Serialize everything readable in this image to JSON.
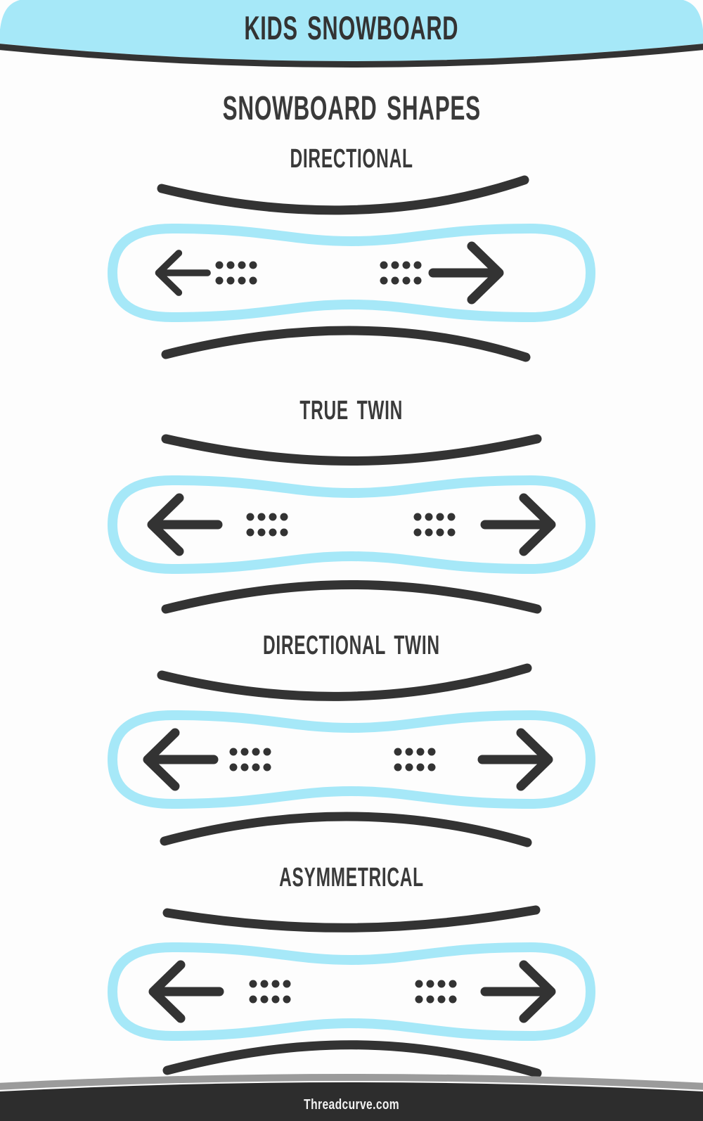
{
  "header": {
    "title": "KIDS SNOWBOARD",
    "background_color": "#a6e8f8",
    "edge_color": "#333333"
  },
  "page": {
    "title": "SNOWBOARD SHAPES",
    "background_color": "#fdfdfd",
    "ink_color": "#333333",
    "board_outline_color": "#a6e8f8"
  },
  "sections": [
    {
      "id": "directional",
      "title": "DIRECTIONAL",
      "left_arrow_size": "small",
      "right_arrow_size": "large",
      "binding_dot_grid": "4x2"
    },
    {
      "id": "true-twin",
      "title": "TRUE TWIN",
      "left_arrow_size": "large",
      "right_arrow_size": "large",
      "binding_dot_grid": "4x2"
    },
    {
      "id": "directional-twin",
      "title": "DIRECTIONAL TWIN",
      "left_arrow_size": "large",
      "right_arrow_size": "large",
      "binding_dot_grid": "4x2"
    },
    {
      "id": "asymmetrical",
      "title": "ASYMMETRICAL",
      "left_arrow_size": "large",
      "right_arrow_size": "large",
      "binding_dot_grid": "4x2"
    }
  ],
  "footer": {
    "site": "Threadcurve.com",
    "background_color": "#2d2d2d",
    "stripe_color": "#9b9b9b",
    "text_color": "#f2f2f2"
  }
}
